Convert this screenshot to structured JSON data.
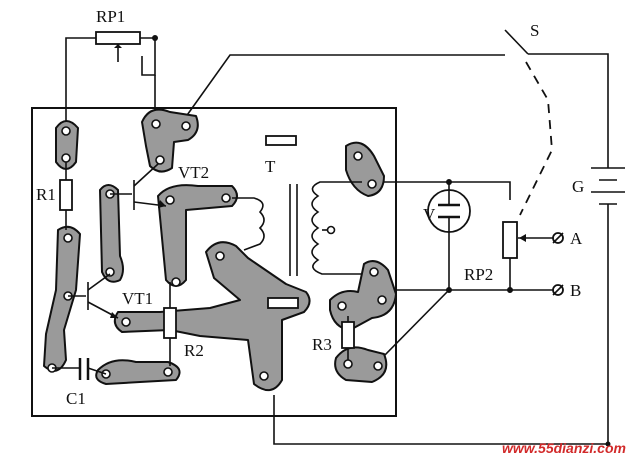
{
  "labels": {
    "rp1": "RP1",
    "s": "S",
    "g": "G",
    "vt2": "VT2",
    "t": "T",
    "r1": "R1",
    "vt1": "VT1",
    "r2": "R2",
    "r3": "R3",
    "c1": "C1",
    "v": "V",
    "rp2": "RP2",
    "a": "A",
    "b": "B"
  },
  "watermark": "www.55dianzi.com",
  "colors": {
    "ink": "#111111",
    "pad_fill": "#9a9a9a",
    "watermark": "#d22b2b"
  }
}
